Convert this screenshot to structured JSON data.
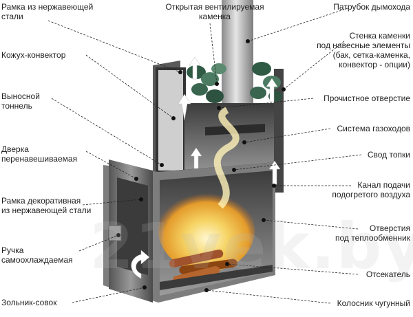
{
  "labels_left": [
    {
      "key": "frame_steel",
      "text": "Рамка из нержавеющей\nстали"
    },
    {
      "key": "casing_convector",
      "text": "Кожух-конвектор"
    },
    {
      "key": "remote_tunnel",
      "text": "Выносной\nтоннель"
    },
    {
      "key": "door",
      "text": "Дверка\nперенавешиваемая"
    },
    {
      "key": "decor_frame",
      "text": "Рамка декоративная\nиз нержавеющей стали"
    },
    {
      "key": "handle",
      "text": "Ручка\nсамоохлаждаемая"
    },
    {
      "key": "ash_pan",
      "text": "Зольник-совок"
    }
  ],
  "labels_right": [
    {
      "key": "chimney_pipe",
      "text": "Патрубок дымохода"
    },
    {
      "key": "heater_wall",
      "text": "Стенка каменки\nпод навесные элементы\n(бак, сетка-каменка,\nконвектор - опции)"
    },
    {
      "key": "cleaning_hole",
      "text": "Прочистное отверстие"
    },
    {
      "key": "gas_ducts",
      "text": "Система газоходов"
    },
    {
      "key": "firebox_vault",
      "text": "Свод топки"
    },
    {
      "key": "air_channel",
      "text": "Канал подачи\nподогретого воздуха"
    },
    {
      "key": "heat_exchanger_holes",
      "text": "Отверстия\nпод теплообменник"
    },
    {
      "key": "cutter",
      "text": "Отсекатель"
    },
    {
      "key": "grate",
      "text": "Колосник чугунный"
    }
  ],
  "label_top": {
    "key": "open_heater",
    "text": "Открытая вентилируемая\nкаменка"
  },
  "watermark": "21vek.by",
  "colors": {
    "steel_dark": "#2b2b2b",
    "steel_mid": "#6b6b6b",
    "steel_light": "#b9b9b9",
    "stone_green": "#3f6e55",
    "fire_yellow": "#f5d36a",
    "fire_orange": "#e09a2a",
    "wood": "#a0522d",
    "smoke": "#fff6c8"
  }
}
